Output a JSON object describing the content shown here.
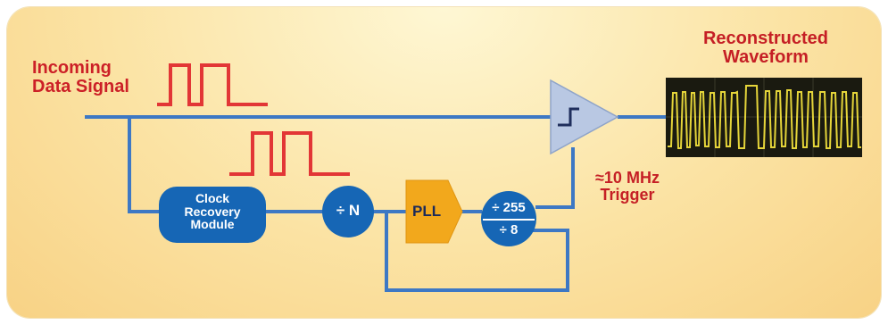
{
  "labels": {
    "incoming_line1": "Incoming",
    "incoming_line2": "Data Signal",
    "output_line1": "Reconstructed",
    "output_line2": "Waveform",
    "trigger_line1": "≈10 MHz",
    "trigger_line2": "Trigger"
  },
  "blocks": {
    "clock_recovery": [
      "Clock",
      "Recovery",
      "Module"
    ],
    "divide_n": "÷ N",
    "pll": "PLL",
    "divider_top": "÷ 255",
    "divider_bottom": "÷ 8"
  },
  "colors": {
    "signal_line": "#3d78c4",
    "pulse": "#e23636",
    "block_blue": "#1666b5",
    "pll_orange": "#f2a81c",
    "amp_fill": "#b9c8e3",
    "scope_bg": "#1a1a10",
    "scope_trace": "#e5d53a"
  }
}
